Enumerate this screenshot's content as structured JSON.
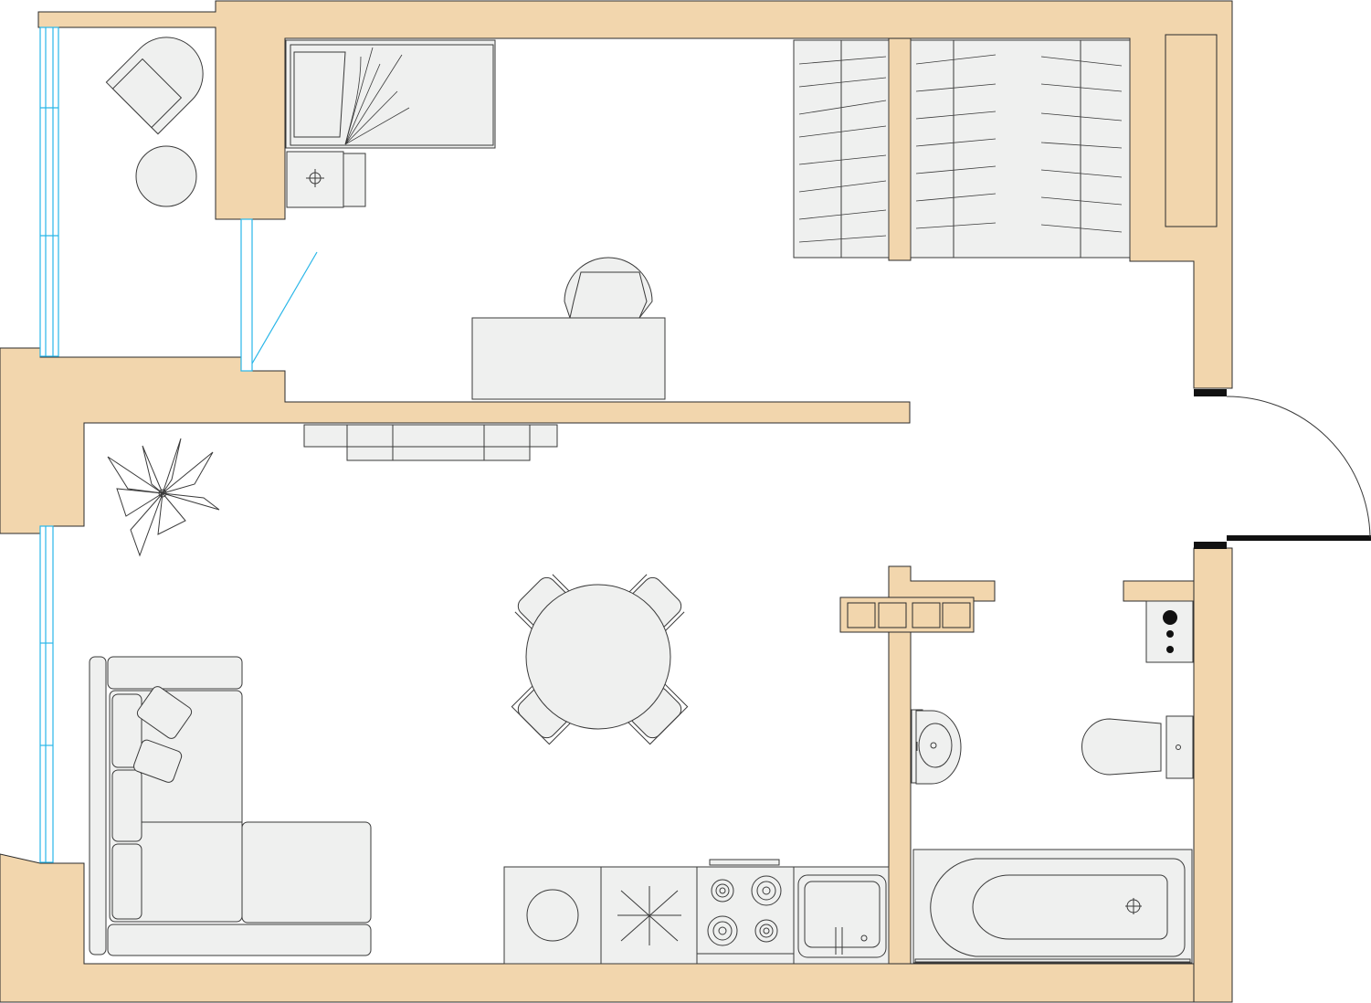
{
  "plan": {
    "colors": {
      "wall": "#F2D6AD",
      "furniture": "#EFF0EF",
      "outline": "#3a3a3a",
      "window_glass": "#29b6e8",
      "door_jamb": "#111111",
      "background": "#ffffff"
    },
    "rooms": [
      "balcony",
      "bedroom",
      "hallway",
      "living-kitchen",
      "bathroom"
    ],
    "fixtures": [
      "armchair-icon",
      "round-coffee-table-icon",
      "single-bed-icon",
      "nightstand-icon",
      "wardrobe-icon",
      "desk-icon",
      "office-chair-icon",
      "tv-console-icon",
      "plant-icon",
      "dining-table-icon",
      "dining-chair-icon",
      "corner-sofa-icon",
      "cushion-icon",
      "washing-machine-icon",
      "dishwasher-icon",
      "cooktop-icon",
      "kitchen-sink-icon",
      "bathroom-sink-icon",
      "toilet-icon",
      "bathtub-icon",
      "boiler-icon",
      "entry-door-icon",
      "balcony-door-icon",
      "window-icon"
    ]
  }
}
